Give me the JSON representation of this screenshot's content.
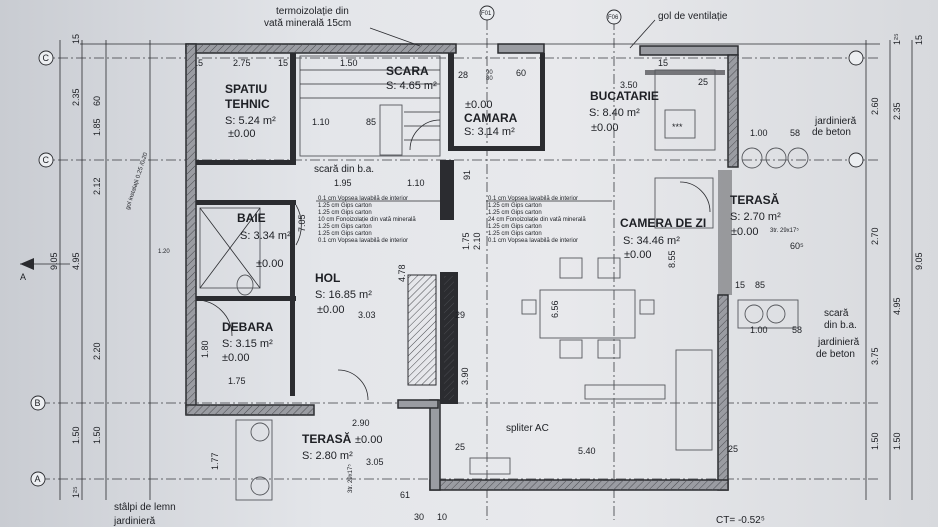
{
  "plan": {
    "rooms": {
      "spatiu_tehnic": {
        "name_line1": "SPATIU",
        "name_line2": "TEHNIC",
        "area": "S: 5.24 m²",
        "level": "±0.00"
      },
      "scara": {
        "name": "SCARA",
        "area": "S: 4.65 m²"
      },
      "camara": {
        "name": "CAMARA",
        "area": "S: 3.14 m²",
        "level": "±0.00"
      },
      "bucatarie": {
        "name": "BUCATARIE",
        "area": "S: 8.40 m²",
        "level": "±0.00"
      },
      "baie": {
        "name": "BAIE",
        "area": "S: 3.34 m²",
        "level": "±0.00"
      },
      "hol": {
        "name": "HOL",
        "area": "S: 16.85 m²",
        "level": "±0.00"
      },
      "camera_de_zi": {
        "name": "CAMERA DE ZI",
        "area": "S: 34.46 m²",
        "level": "±0.00"
      },
      "debara": {
        "name": "DEBARA",
        "area": "S: 3.15 m²",
        "level": "±0.00"
      },
      "terasa_right": {
        "name": "TERASĂ",
        "area": "S: 2.70 m²",
        "level": "±0.00"
      },
      "terasa_bottom": {
        "name": "TERASĂ",
        "area": "S: 2.80 m²",
        "level": "±0.00"
      }
    },
    "annotations": {
      "termoizolatie_1": "termoizolație din",
      "termoizolatie_2": "vată minerală 15cm",
      "gol_ventilatie": "gol de ventilație",
      "jardiniera_1": "jardinieră",
      "jardiniera_2": "de beton",
      "scara_ba": "scară din b.a.",
      "scara_ba_right": "scară",
      "scara_ba_right2": "din b.a.",
      "jardiniera_r1": "jardinieră",
      "jardiniera_r2": "de beton",
      "gol_instalatii": "gol instalații 0.25 /0.20",
      "spliter": "spliter AC",
      "stalpi": "stâlpi de lemn",
      "jardiniera_bottom": "jardinieră",
      "ct": "CT= -0.52⁵",
      "stair_right": "3tr. 29x17⁵",
      "stair_bottom": "3tr. 29x17⁵"
    },
    "layers_left": [
      "0.1 cm Vopsea lavabilă de interior",
      "1.25 cm Gips carton",
      "1.25 cm Gips carton",
      "10 cm Fonoizolație din vată minerală",
      "1.25 cm Gips carton",
      "1.25 cm Gips carton",
      "0.1 cm Vopsea lavabilă de interior"
    ],
    "layers_right": [
      "0.1 cm Vopsea lavabilă de interior",
      "1.25 cm Gips carton",
      "1.25 cm Gips carton",
      "24 cm Fonoizolație din vată minerală",
      "1.25 cm Gips carton",
      "1.25 cm Gips carton",
      "0.1 cm Vopsea lavabilă de interior"
    ],
    "axes": {
      "c_top": "C",
      "c_mid": "C",
      "b": "B",
      "a": "A",
      "f01": "F01",
      "f06": "F06",
      "a_mark": "A"
    },
    "dims": {
      "left_total": "9.05",
      "left_495": "4.95",
      "left_220": "2.20",
      "left_150": "1.50",
      "left_212": "2.12",
      "left_235": "2.35",
      "left_185": "1.85",
      "left_60": "60",
      "left_15": "15",
      "left_125": "1²⁵",
      "left_120": "1.20",
      "right_total": "9.05",
      "right_495": "4.95",
      "right_270": "2.70",
      "right_260": "2.60",
      "right_375": "3.75",
      "right_150": "1.50",
      "right_125": "1²⁵",
      "right_15": "15",
      "d_15a": "15",
      "d_275": "2.75",
      "d_15b": "15",
      "d_150": "1.50",
      "d_28": "28",
      "d_350": "3.50",
      "d_25a": "25",
      "d_15c": "15",
      "d_110a": "1.10",
      "d_85": "85",
      "d_195": "1.95",
      "d_110b": "1.10",
      "d_91": "91",
      "d_175": "1.75",
      "d_210": "2.10",
      "d_378": "4.78",
      "d_303": "3.03",
      "d_29": "29",
      "d_390": "3.90",
      "d_656": "6.56",
      "d_855": "8.55",
      "d_705": "7.05",
      "d_290": "2.90",
      "d_305": "3.05",
      "d_540": "5.40",
      "d_25b": "25",
      "d_25c": "25",
      "d_100a": "1.00",
      "d_58a": "58",
      "d_100b": "1.00",
      "d_58b": "58",
      "d_605": "60⁵",
      "d_15d": "15",
      "d_85b": "85",
      "d_175b": "1.75",
      "d_180": "1.80",
      "d_177": "1.77",
      "d_80": "80",
      "d_90": "90",
      "d_60": "60",
      "d_30": "30",
      "d_10": "10",
      "d_61": "61"
    }
  }
}
